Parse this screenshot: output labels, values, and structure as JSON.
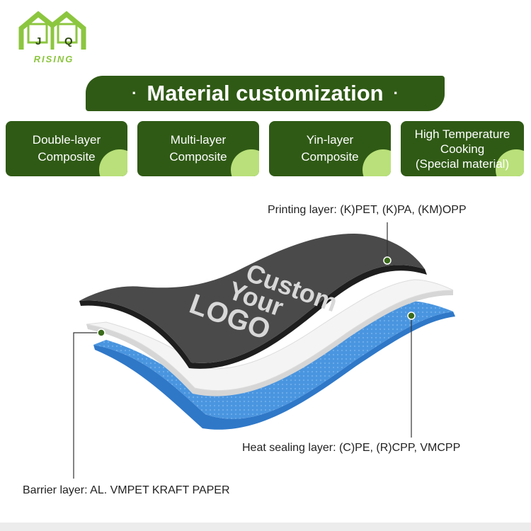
{
  "logo": {
    "letter_left": "J",
    "letter_right": "Q",
    "wordmark": "RISING"
  },
  "banner": {
    "title": "Material customization",
    "bullet": "·"
  },
  "cards": [
    {
      "line1": "Double-layer",
      "line2": "Composite"
    },
    {
      "line1": "Multi-layer",
      "line2": "Composite"
    },
    {
      "line1": "Yin-layer",
      "line2": "Composite"
    },
    {
      "line1": "High Temperature",
      "line2": "Cooking",
      "line3": "(Special material)"
    }
  ],
  "sheet_text": {
    "line1": "Custom",
    "line2": "Your",
    "line3": "LOGO"
  },
  "labels": {
    "printing": "Printing layer: (K)PET, (K)PA, (KM)OPP",
    "heat_sealing": "Heat sealing layer: (C)PE, (R)CPP, VMCPP",
    "barrier": "Barrier layer: AL. VMPET KRAFT PAPER"
  },
  "colors": {
    "brand_dark_green": "#2f5a15",
    "brand_light_green": "#8cc63f",
    "print_layer": "#4a4a4a",
    "barrier_layer": "#f2f2f2",
    "heat_layer": "#3f8fdc"
  }
}
